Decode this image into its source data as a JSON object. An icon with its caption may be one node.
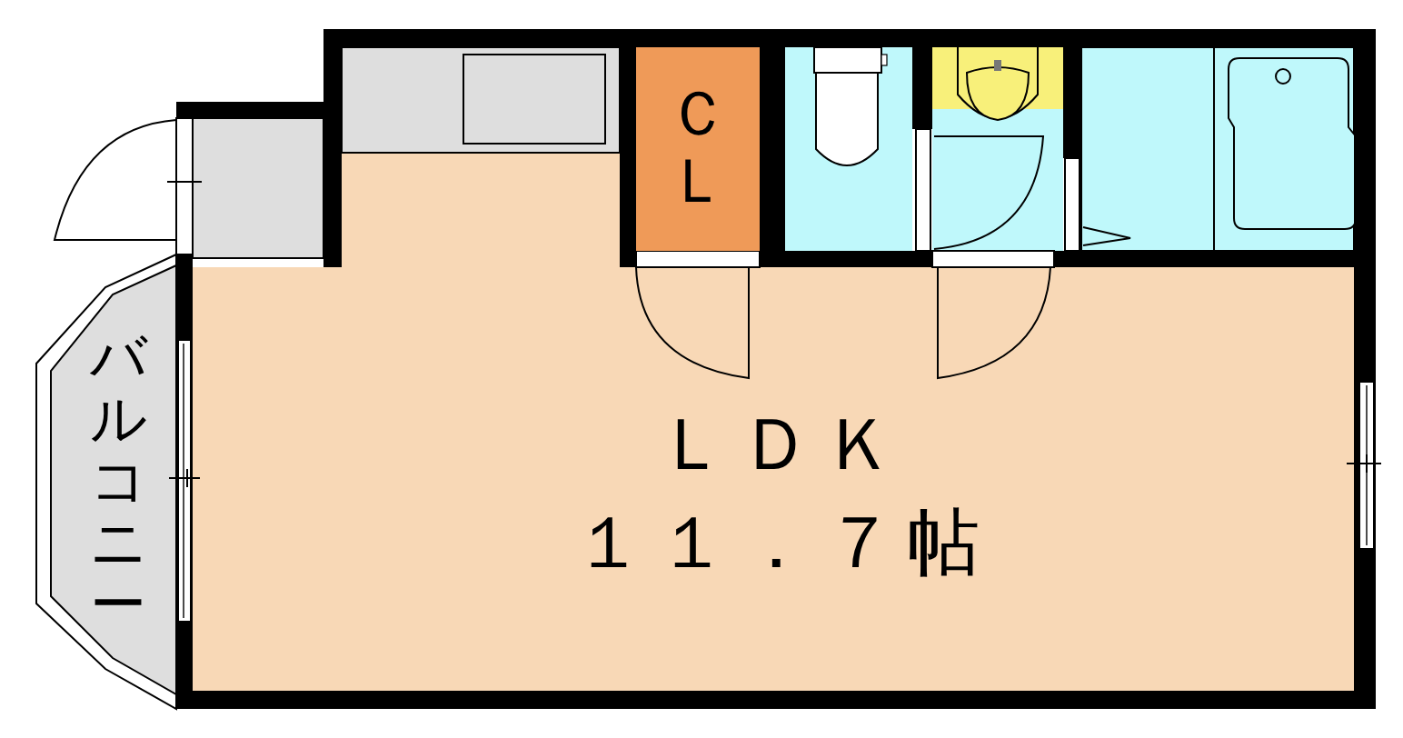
{
  "diagram": {
    "nodes": [
      {
        "text": [
          "ＣＬ"
        ]
      },
      {
        "text": [
          "ＬＤＫ",
          "１１．７帖"
        ]
      },
      {
        "text": [
          "バルコニー"
        ]
      }
    ]
  }
}
